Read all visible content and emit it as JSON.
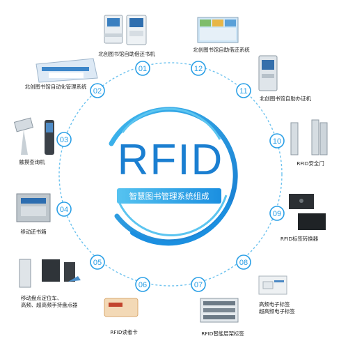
{
  "center": {
    "title": "RFID",
    "subtitle": "智慧图书管理系统组成"
  },
  "colors": {
    "ring_outer": "#1b8fe0",
    "ring_inner": "#39b2ea",
    "dashed": "#6cc2ef",
    "node_fill": "#2a9fe6",
    "title": "#1b7fd1",
    "banner": "#2a9fe6"
  },
  "nodes": [
    {
      "num": "01",
      "label": "北创图书馆自助借还书机",
      "icon": "self-checkout-kiosk-icon"
    },
    {
      "num": "02",
      "label": "北创图书馆自动化管理系统",
      "icon": "management-software-icon"
    },
    {
      "num": "03",
      "label": "触摸查询机",
      "icon": "touch-query-kiosk-icon"
    },
    {
      "num": "04",
      "label": "移动还书箱",
      "icon": "mobile-return-box-icon"
    },
    {
      "num": "05",
      "label": "移动盘点定位车、\n高频、超高频手持盘点器",
      "icon": "inventory-cart-handheld-icon"
    },
    {
      "num": "06",
      "label": "RFID读者卡",
      "icon": "reader-card-icon"
    },
    {
      "num": "07",
      "label": "RFID智能层架标签",
      "icon": "smart-shelf-label-icon"
    },
    {
      "num": "08",
      "label": "高频电子标签\n超高频电子标签",
      "icon": "electronic-tag-icon"
    },
    {
      "num": "09",
      "label": "RFID标签转换器",
      "icon": "tag-converter-icon"
    },
    {
      "num": "10",
      "label": "RFID安全门",
      "icon": "security-gate-icon"
    },
    {
      "num": "11",
      "label": "北创图书馆自助办证机",
      "icon": "card-issuing-kiosk-icon"
    },
    {
      "num": "12",
      "label": "北创图书馆自助借还系统",
      "icon": "self-service-system-screen-icon"
    }
  ]
}
